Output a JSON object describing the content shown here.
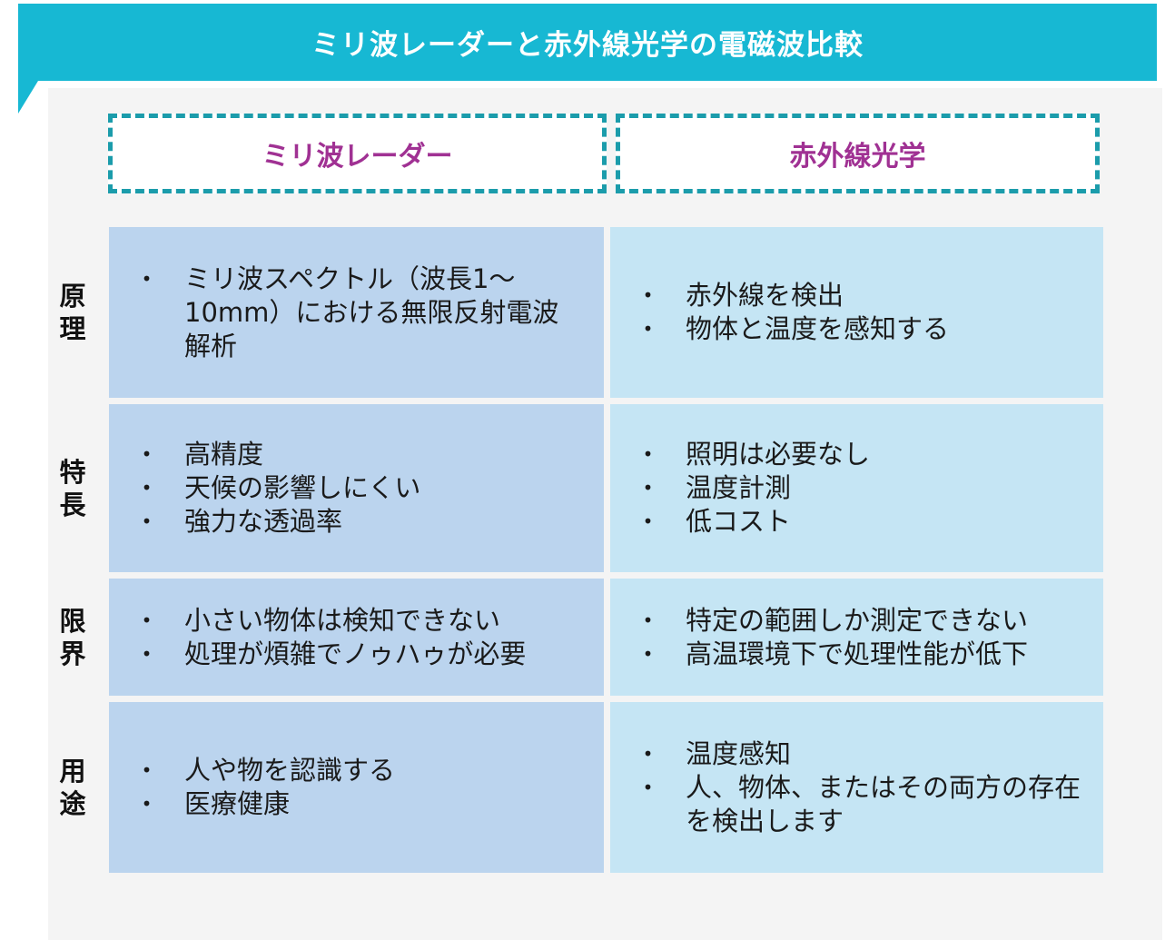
{
  "title": "ミリ波レーダーと赤外線光学の電磁波比較",
  "columns": [
    "ミリ波レーダー",
    "赤外線光学"
  ],
  "rows": [
    {
      "label": "原理",
      "left": [
        "ミリ波スペクトル（波長1～10mm）における無限反射電波解析"
      ],
      "right": [
        "赤外線を検出",
        "物体と温度を感知する"
      ]
    },
    {
      "label": "特長",
      "left": [
        "高精度",
        "天候の影響しにくい",
        "強力な透過率"
      ],
      "right": [
        "照明は必要なし",
        "温度計測",
        "低コスト"
      ]
    },
    {
      "label": "限界",
      "left": [
        "小さい物体は検知できない",
        "処理が煩雑でノゥハゥが必要"
      ],
      "right": [
        "特定の範囲しか測定できない",
        "高温環境下で処理性能が低下"
      ]
    },
    {
      "label": "用途",
      "left": [
        "人や物を認識する",
        "医療健康"
      ],
      "right": [
        "温度感知",
        "人、物体、またはその両方の存在を検出します"
      ]
    }
  ],
  "bullet_symbol": "•",
  "colors": {
    "banner": "#17b8d3",
    "header_text": "#a03193",
    "header_border": "#1b9cab",
    "cell_left": "#bbd4ee",
    "cell_right": "#c5e5f4",
    "panel": "#f4f4f4"
  }
}
